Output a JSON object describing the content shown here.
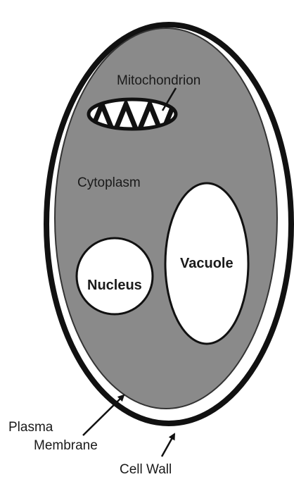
{
  "labels": {
    "mitochondrion": "Mitochondrion",
    "cytoplasm": "Cytoplasm",
    "vacuole": "Vacuole",
    "nucleus": "Nucleus",
    "plasma_membrane_line1": "Plasma",
    "plasma_membrane_line2": "Membrane",
    "cell_wall": "Cell Wall"
  },
  "colors": {
    "cytoplasm_fill": "#8a8a8a",
    "wall_stroke": "#111111",
    "organelle_fill": "#ffffff",
    "background": "#ffffff"
  }
}
